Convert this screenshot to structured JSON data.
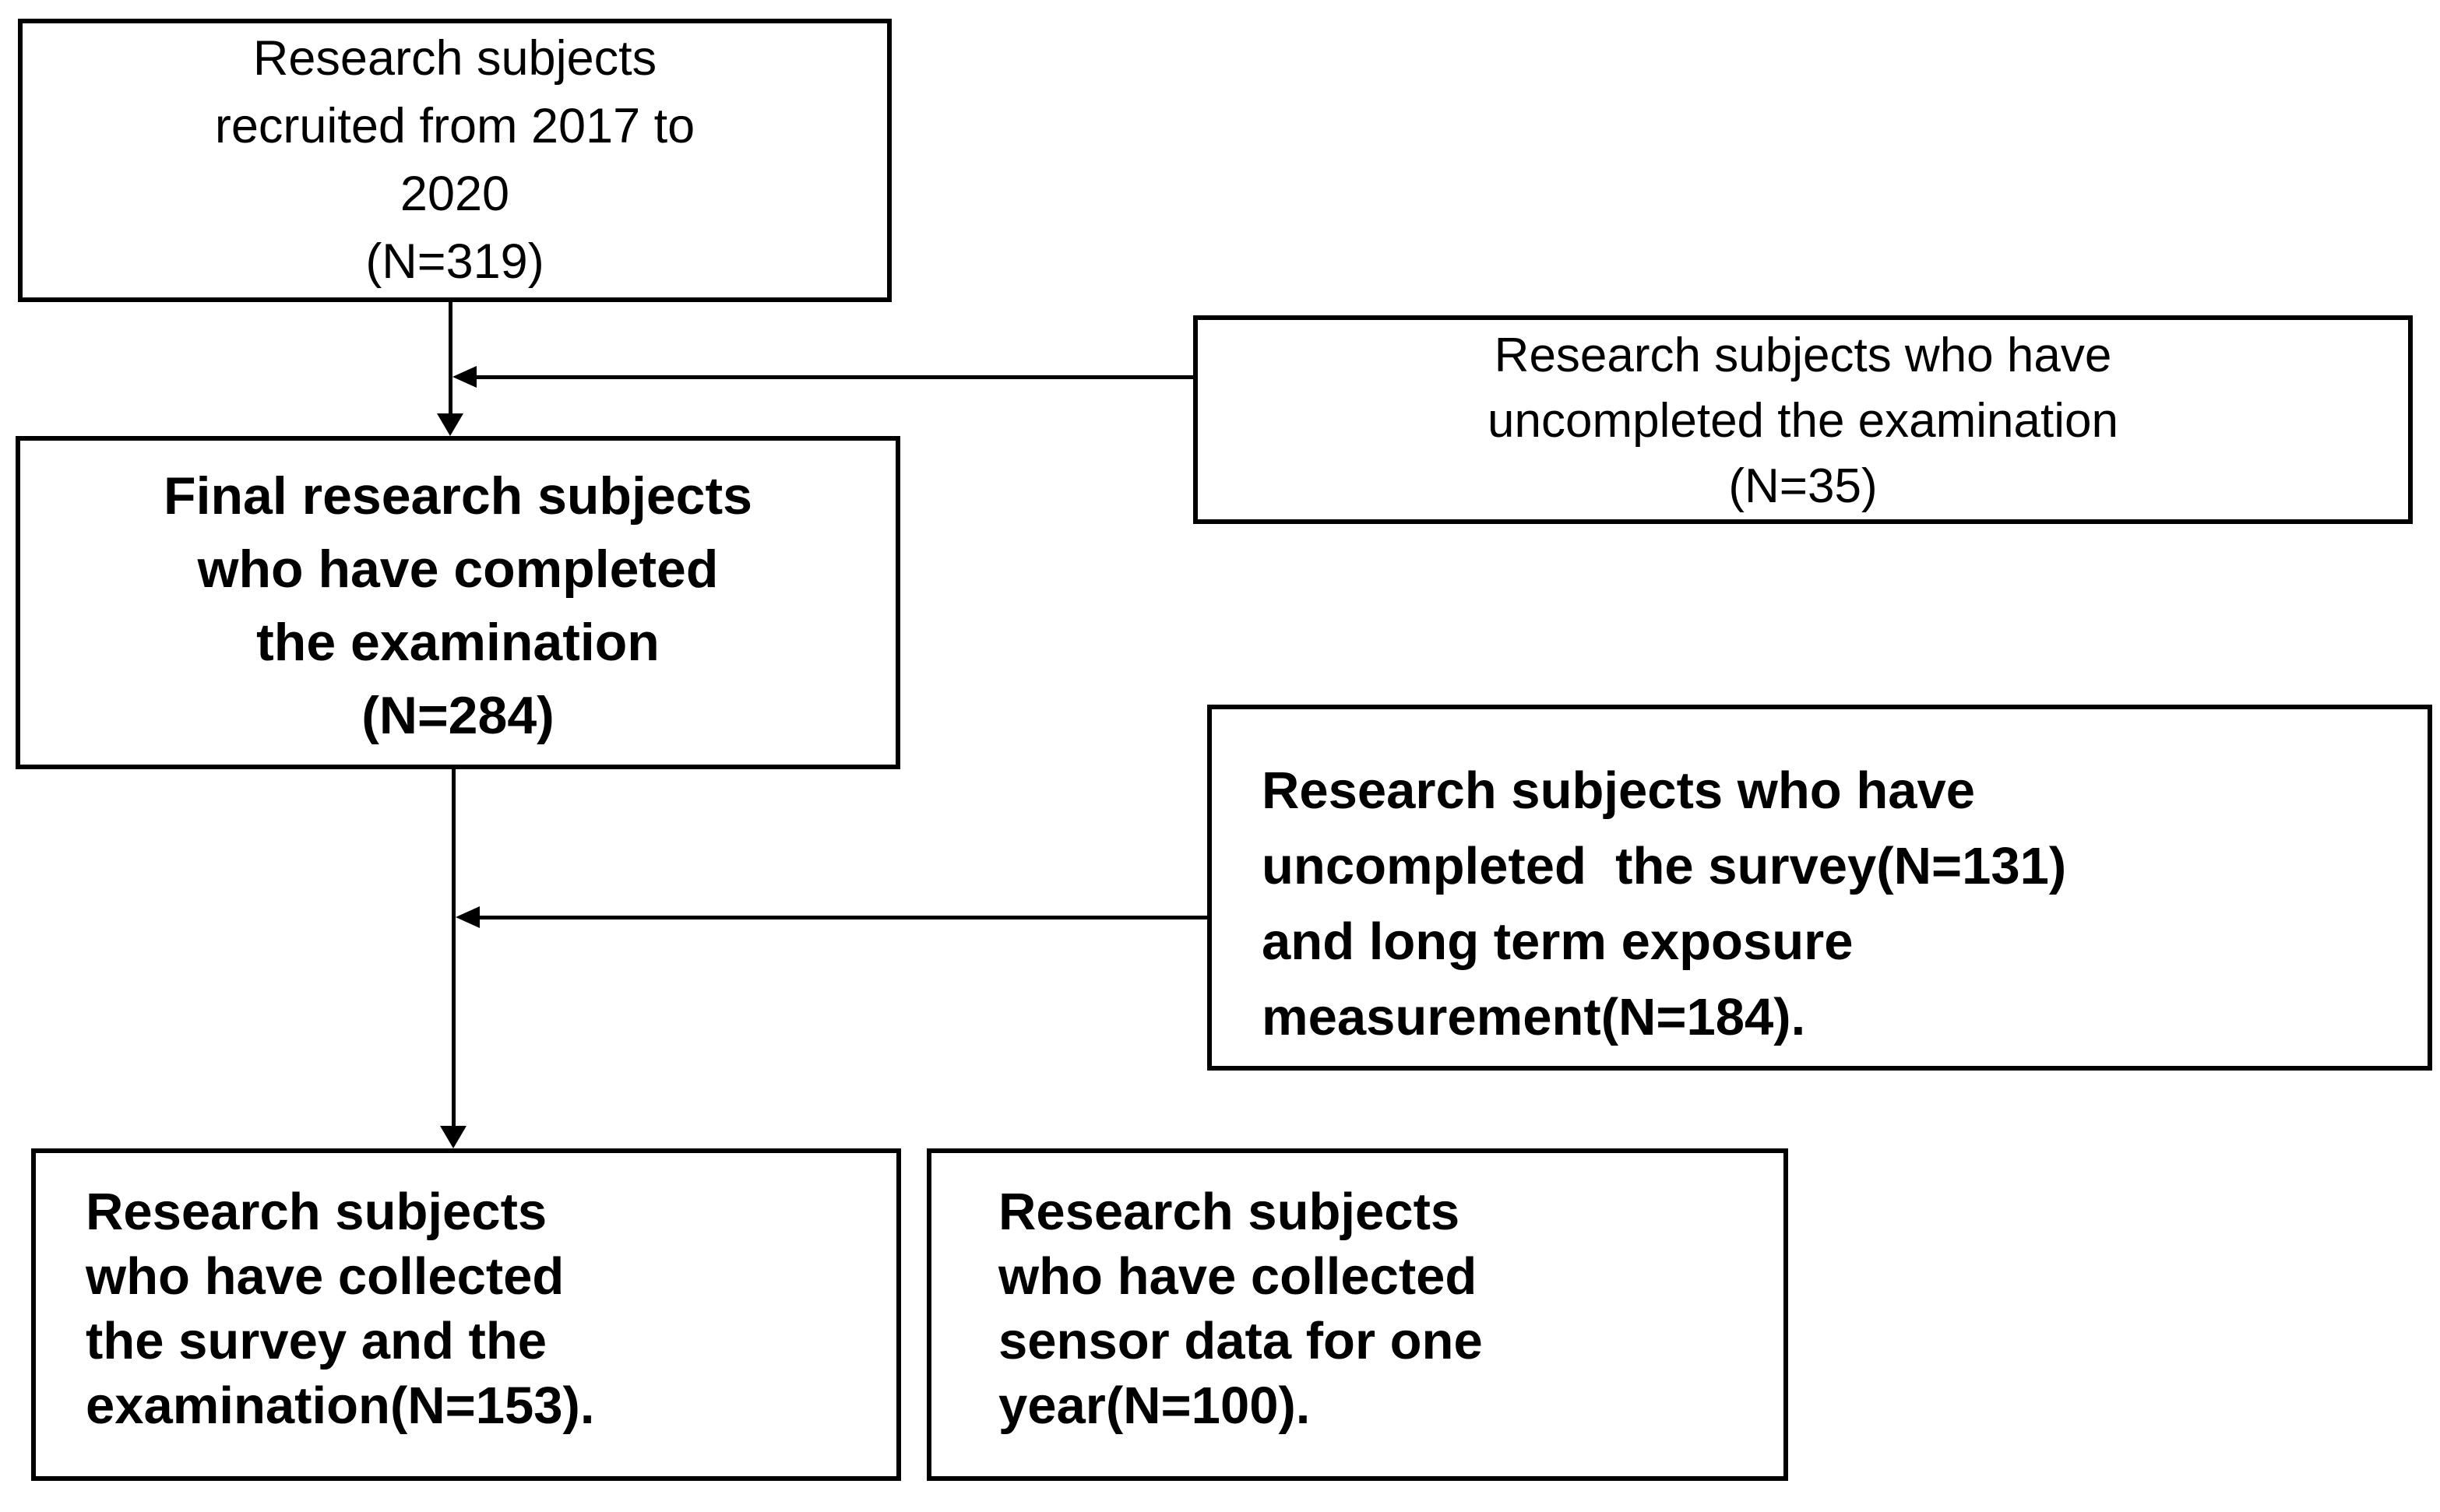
{
  "canvas": {
    "background": "#ffffff",
    "ink": "#000000"
  },
  "diagram": {
    "type": "flowchart",
    "boxes": {
      "recruited": {
        "text": "Research subjects\nrecruited from 2017 to\n2020\n(N=319)",
        "style": "regular",
        "align": "center"
      },
      "uncompleted_exam": {
        "text": "Research subjects who have\nuncompleted the examination\n(N=35)",
        "style": "regular",
        "align": "center"
      },
      "final_completed": {
        "text": "Final research subjects\nwho have completed\nthe examination\n(N=284)",
        "style": "bold",
        "align": "center"
      },
      "uncompleted_survey": {
        "text": "Research subjects who have\nuncompleted  the survey(N=131)\nand long term exposure\nmeasurement(N=184).",
        "style": "bold",
        "align": "left"
      },
      "collected_survey": {
        "text": "Research subjects\nwho have collected\nthe survey and the\nexamination(N=153).",
        "style": "bold",
        "align": "left"
      },
      "collected_sensor": {
        "text": "Research subjects\nwho have collected\nsensor data for one\nyear(N=100).",
        "style": "bold",
        "align": "left"
      }
    },
    "edges": [
      {
        "from": "recruited",
        "to": "final_completed",
        "type": "arrow-down"
      },
      {
        "from": "uncompleted_exam",
        "to": "main-flow-line-1",
        "type": "arrow-left"
      },
      {
        "from": "final_completed",
        "to": "collected_survey",
        "type": "arrow-down"
      },
      {
        "from": "uncompleted_survey",
        "to": "main-flow-line-2",
        "type": "arrow-left"
      }
    ]
  }
}
